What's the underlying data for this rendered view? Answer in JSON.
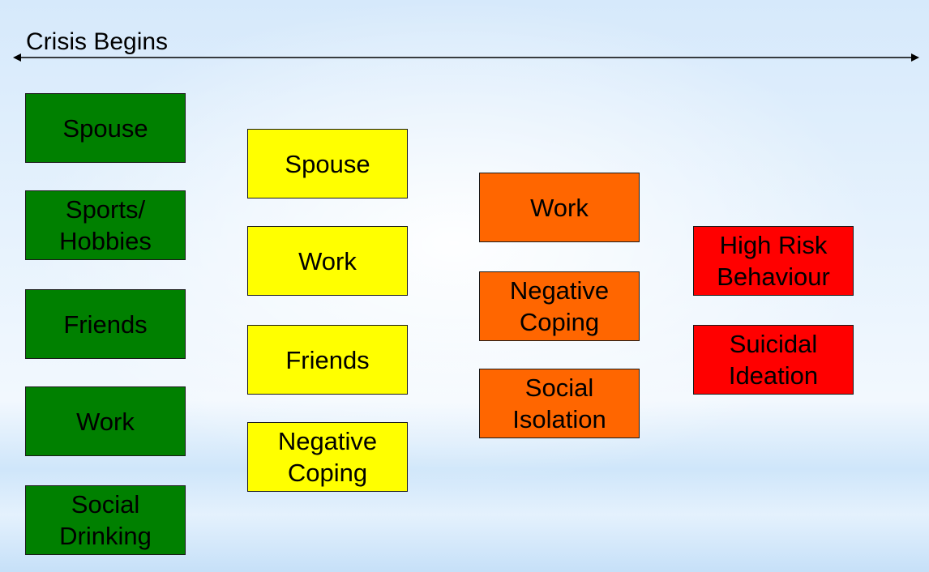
{
  "title": "Crisis Begins",
  "columns": [
    {
      "color": "#008000",
      "items": [
        {
          "lines": [
            "Spouse"
          ]
        },
        {
          "lines": [
            "Sports/",
            "Hobbies"
          ]
        },
        {
          "lines": [
            "Friends"
          ]
        },
        {
          "lines": [
            "Work"
          ]
        },
        {
          "lines": [
            "Social",
            "Drinking"
          ]
        }
      ]
    },
    {
      "color": "#ffff00",
      "items": [
        {
          "lines": [
            "Spouse"
          ]
        },
        {
          "lines": [
            "Work"
          ]
        },
        {
          "lines": [
            "Friends"
          ]
        },
        {
          "lines": [
            "Negative",
            "Coping"
          ]
        }
      ]
    },
    {
      "color": "#ff6600",
      "items": [
        {
          "lines": [
            "Work"
          ]
        },
        {
          "lines": [
            "Negative",
            "Coping"
          ]
        },
        {
          "lines": [
            "Social",
            "Isolation"
          ]
        }
      ]
    },
    {
      "color": "#ff0000",
      "items": [
        {
          "lines": [
            "High Risk",
            "Behaviour"
          ]
        },
        {
          "lines": [
            "Suicidal",
            "Ideation"
          ]
        }
      ]
    }
  ]
}
